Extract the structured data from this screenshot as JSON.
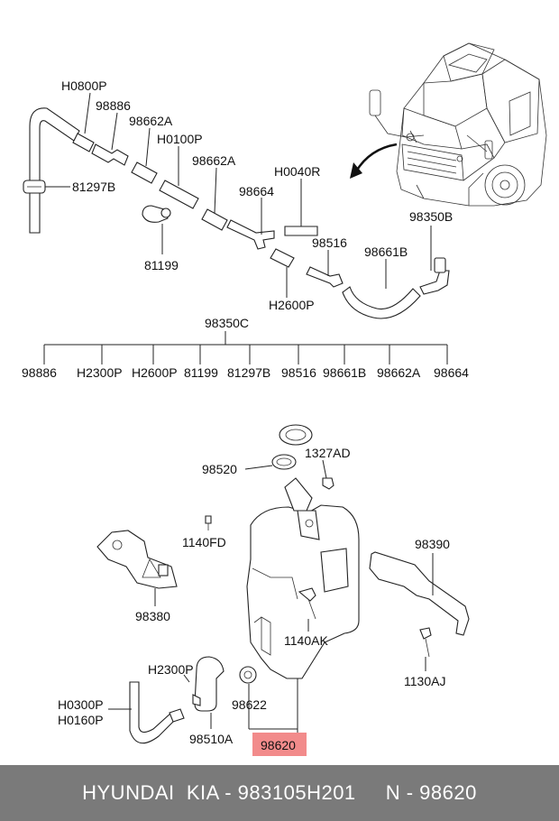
{
  "labels": {
    "h0800p": "H0800P",
    "p98886": "98886",
    "p98662a_top": "98662A",
    "h0100p": "H0100P",
    "p98662a_mid": "98662A",
    "h0040r": "H0040R",
    "p98664": "98664",
    "p81297b": "81297B",
    "p81199": "81199",
    "p98516": "98516",
    "p98661b": "98661B",
    "p98350b": "98350B",
    "h2600p": "H2600P",
    "p98350c": "98350C",
    "p98520": "98520",
    "p1327ad": "1327AD",
    "p1140fd": "1140FD",
    "p98390": "98390",
    "p98380": "98380",
    "p1140ak": "1140AK",
    "p1130aj": "1130AJ",
    "h2300p": "H2300P",
    "h0300p": "H0300P",
    "h0160p": "H0160P",
    "p98622": "98622",
    "p98510a": "98510A",
    "p98620": "98620"
  },
  "kit_items": [
    "98886",
    "H2300P",
    "H2600P",
    "81199",
    "81297B",
    "98516",
    "98661B",
    "98662A",
    "98664"
  ],
  "highlight_color": "#f28b8b",
  "footer": {
    "brand": "HYUNDAI  KIA - 983105H201",
    "part": "N - 98620"
  }
}
